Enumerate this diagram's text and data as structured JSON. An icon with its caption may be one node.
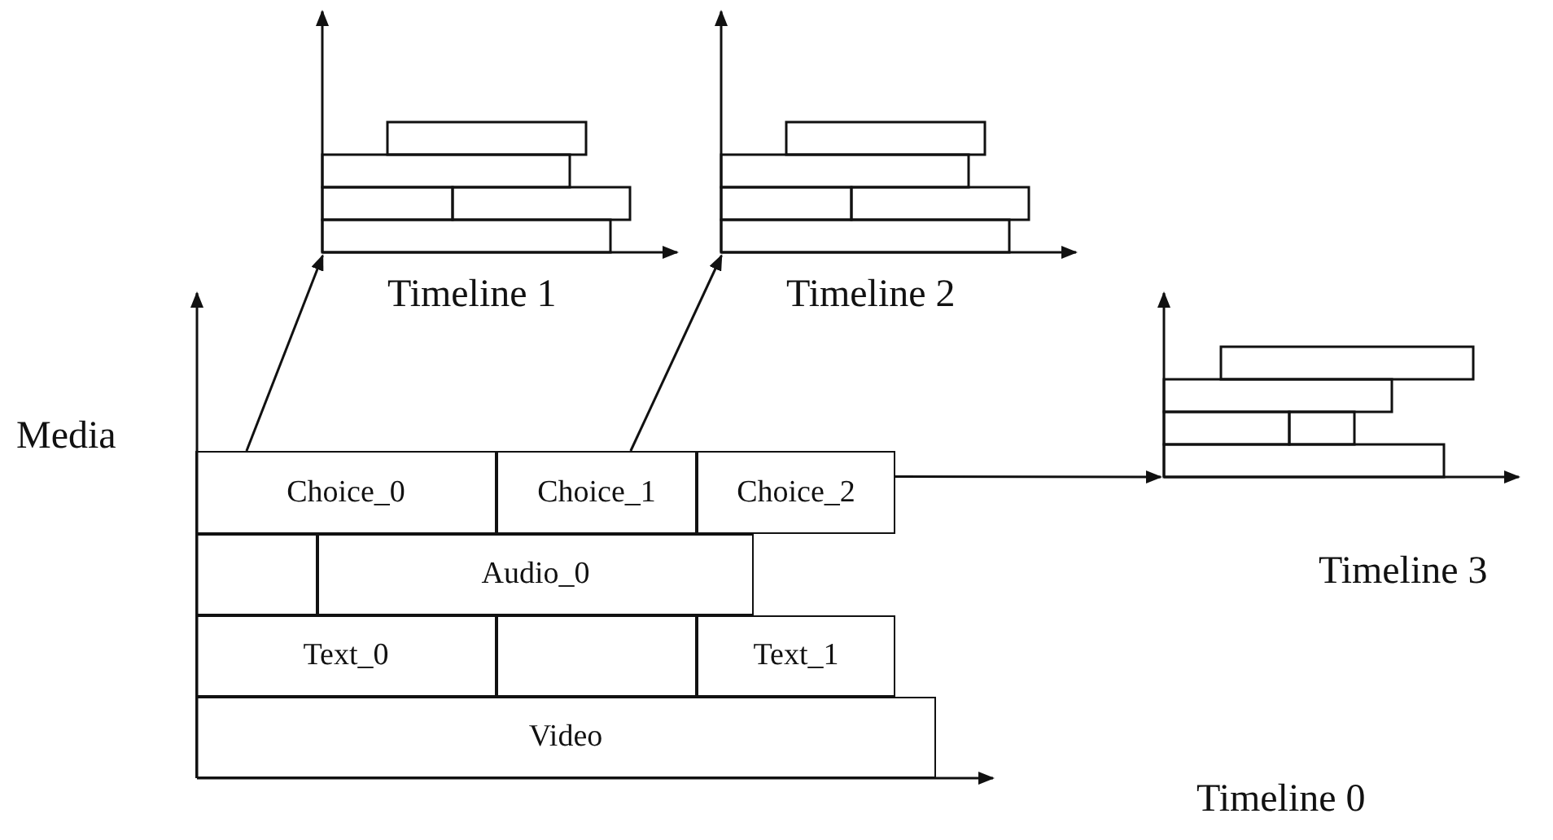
{
  "diagram": {
    "nodes": [
      {
        "text": [],
        "shape": "picture",
        "beside": [
          "Timeline 1"
        ]
      },
      {
        "text": [],
        "shape": "picture",
        "beside": [
          "Timeline 2"
        ]
      },
      {
        "text": [],
        "shape": "picture",
        "beside": [
          "Timeline 3"
        ]
      },
      {
        "text": [
          "Choice_0"
        ]
      },
      {
        "text": [
          "Choice_1"
        ]
      },
      {
        "text": [
          "Choice_2"
        ]
      },
      {
        "text": [],
        "shape": "box"
      },
      {
        "text": [
          "Audio_0"
        ]
      },
      {
        "text": [
          "Text_0"
        ]
      },
      {
        "text": [],
        "shape": "box"
      },
      {
        "text": [
          "Text_1"
        ]
      },
      {
        "text": [
          "Video"
        ]
      }
    ],
    "edges": [
      {
        "from": 3,
        "to": 0,
        "arrow": "to"
      },
      {
        "from": 4,
        "to": 1,
        "arrow": "to"
      },
      {
        "from": 5,
        "to": 2,
        "arrow": "to"
      }
    ],
    "labels": [
      "Media",
      "Timeline 0"
    ]
  }
}
